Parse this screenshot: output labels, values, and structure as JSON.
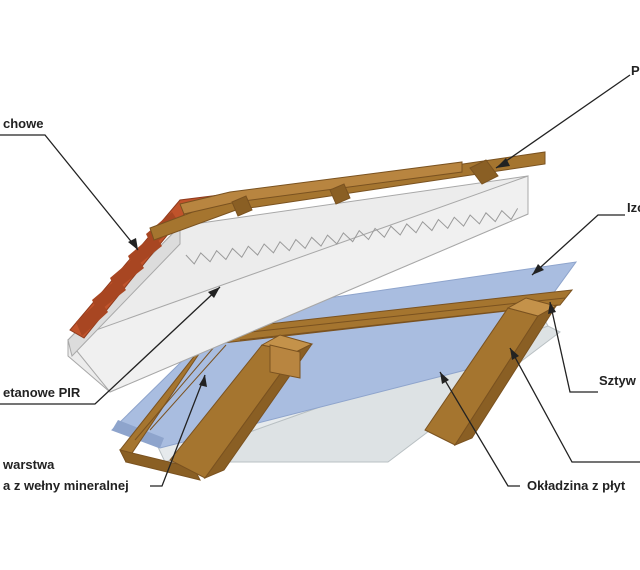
{
  "labels": {
    "top_right": "P",
    "top_left": "chowe",
    "mid_right": "Izo",
    "left_mid": "etanowe PIR",
    "right_lower": "Sztyw",
    "bottom_left_line1": "warstwa",
    "bottom_left_line2": "a z wełny mineralnej",
    "bottom_right": "Okładzina z płyt"
  },
  "colors": {
    "roof_tile": "#c0532b",
    "wood": "#a5752f",
    "wood_dark": "#7a5220",
    "pir_board": "#ececec",
    "membrane": "#a9bde0",
    "wool": "#f4eab8",
    "gypsum": "#dde2e4",
    "leader_line": "#222222"
  }
}
